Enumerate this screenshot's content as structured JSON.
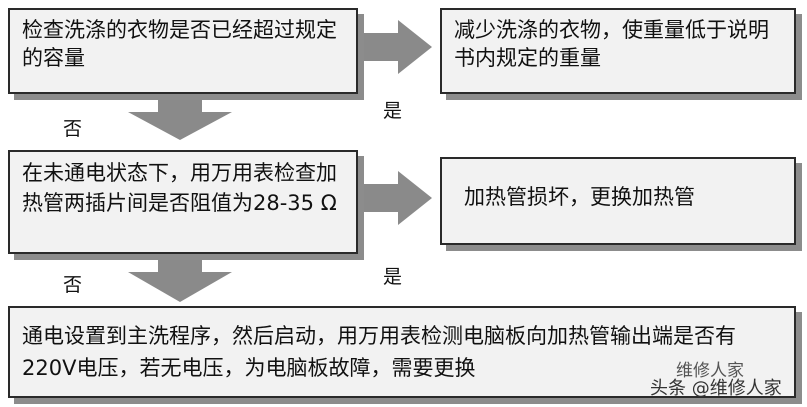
{
  "nodes": {
    "check_load": "检查洗涤的衣物是否已经超过规定的容量",
    "reduce_load": "减少洗涤的衣物，使重量低于说明书内规定的重量",
    "check_heater": "在未通电状态下，用万用表检查加热管两插片间是否阻值为28-35 Ω",
    "replace_heater": "加热管损坏，更换加热管",
    "check_board": "通电设置到主洗程序，然后启动，用万用表检测电脑板向加热管输出端是否有220V电压，若无电压，为电脑板故障，需要更换"
  },
  "edge_labels": {
    "yes_1": "是",
    "no_1": "否",
    "yes_2": "是",
    "no_2": "否"
  },
  "watermark": {
    "top": "维修人家",
    "bottom": "头条 @维修人家"
  },
  "colors": {
    "box_fill": "#f2f2f2",
    "box_border": "#2a2a2a",
    "shadow": "#8c8c8c",
    "arrow": "#8a8a8a",
    "text": "#111111"
  }
}
